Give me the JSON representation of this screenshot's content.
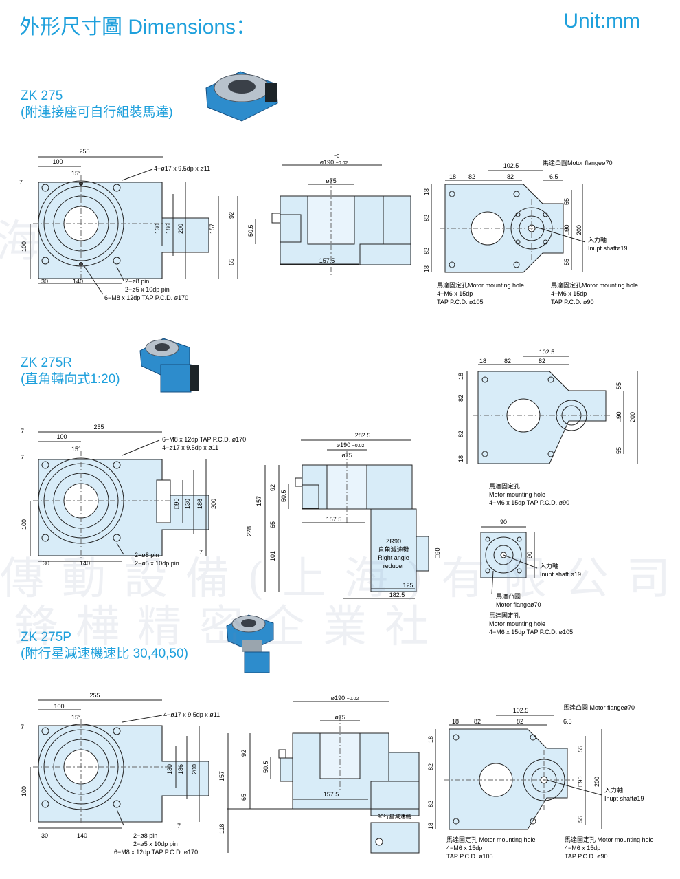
{
  "header": {
    "title": "外形尺寸圖 Dimensions：",
    "unit": "Unit:mm"
  },
  "models": [
    {
      "name": "ZK 275",
      "desc": "(附連接座可自行組裝馬達)"
    },
    {
      "name": "ZK 275R",
      "desc": "(直角轉向式1:20)"
    },
    {
      "name": "ZK 275P",
      "desc": "(附行星減速機速比 30,40,50)"
    }
  ],
  "dims": {
    "d255": "255",
    "d100": "100",
    "d15": "15°",
    "d7": "7",
    "d30": "30",
    "d140": "140",
    "d130": "130",
    "d186": "186",
    "d200": "200",
    "d90": "□90",
    "d190": "ø190",
    "tol": "−0.02",
    "tol0": "−0",
    "d75": "ø75",
    "d92": "92",
    "d50": "50.5",
    "d157": "157",
    "d65": "65",
    "d1575": "157.5",
    "d1025": "102.5",
    "d18": "18",
    "d82": "82",
    "d55": "55",
    "d65b": "6.5",
    "d2825": "282.5",
    "d228": "228",
    "d101": "101",
    "d125": "125",
    "d1825": "182.5",
    "d90b": "90",
    "d118": "118"
  },
  "notes": {
    "holes17": "4−ø17 x 9.5dp x ø11",
    "pin8": "2−ø8 pin",
    "pin5": "2−ø5 x 10dp pin",
    "m8": "6−M8 x 12dp TAP P.C.D. ø170",
    "flange70": "馬達凸圓Motor flangeø70",
    "flange70b": "馬達凸圓 Motor flangeø70",
    "input1": "入力軸",
    "input2": "Inupt shaftø19",
    "mhole_a": "馬達固定孔Motor mounting hole",
    "mhole_b": "馬達固定孔 Motor mounting hole",
    "m6": "4−M6 x 15dp",
    "pcd105": "TAP P.C.D. ø105",
    "pcd90": "TAP P.C.D. ø90",
    "r_mh1": "馬達固定孔",
    "r_mh2": "Motor mounting hole",
    "r_mh3": "4−M6 x 15dp TAP P.C.D. ø90",
    "r_mh4": "4−M6 x 15dp TAP P.C.D. ø105",
    "r_input2": "Inupt shaft ø19",
    "r_fl1": "馬達凸圓",
    "r_fl2": "Motor flangeø70",
    "zr1": "ZR90",
    "zr2": "直角減速機",
    "zr3": "Right angle",
    "zr4": "reducer",
    "planet": "90行星減速機"
  },
  "watermark": [
    "海",
    "傳",
    "動",
    "設",
    "備",
    "(上海)",
    "有",
    "限",
    "公",
    "司",
    "鋒",
    "樺",
    "精",
    "密",
    "企",
    "業",
    "社"
  ],
  "colors": {
    "accent": "#1ea0dc",
    "fill": "#d8ecf8",
    "line": "#222222"
  }
}
